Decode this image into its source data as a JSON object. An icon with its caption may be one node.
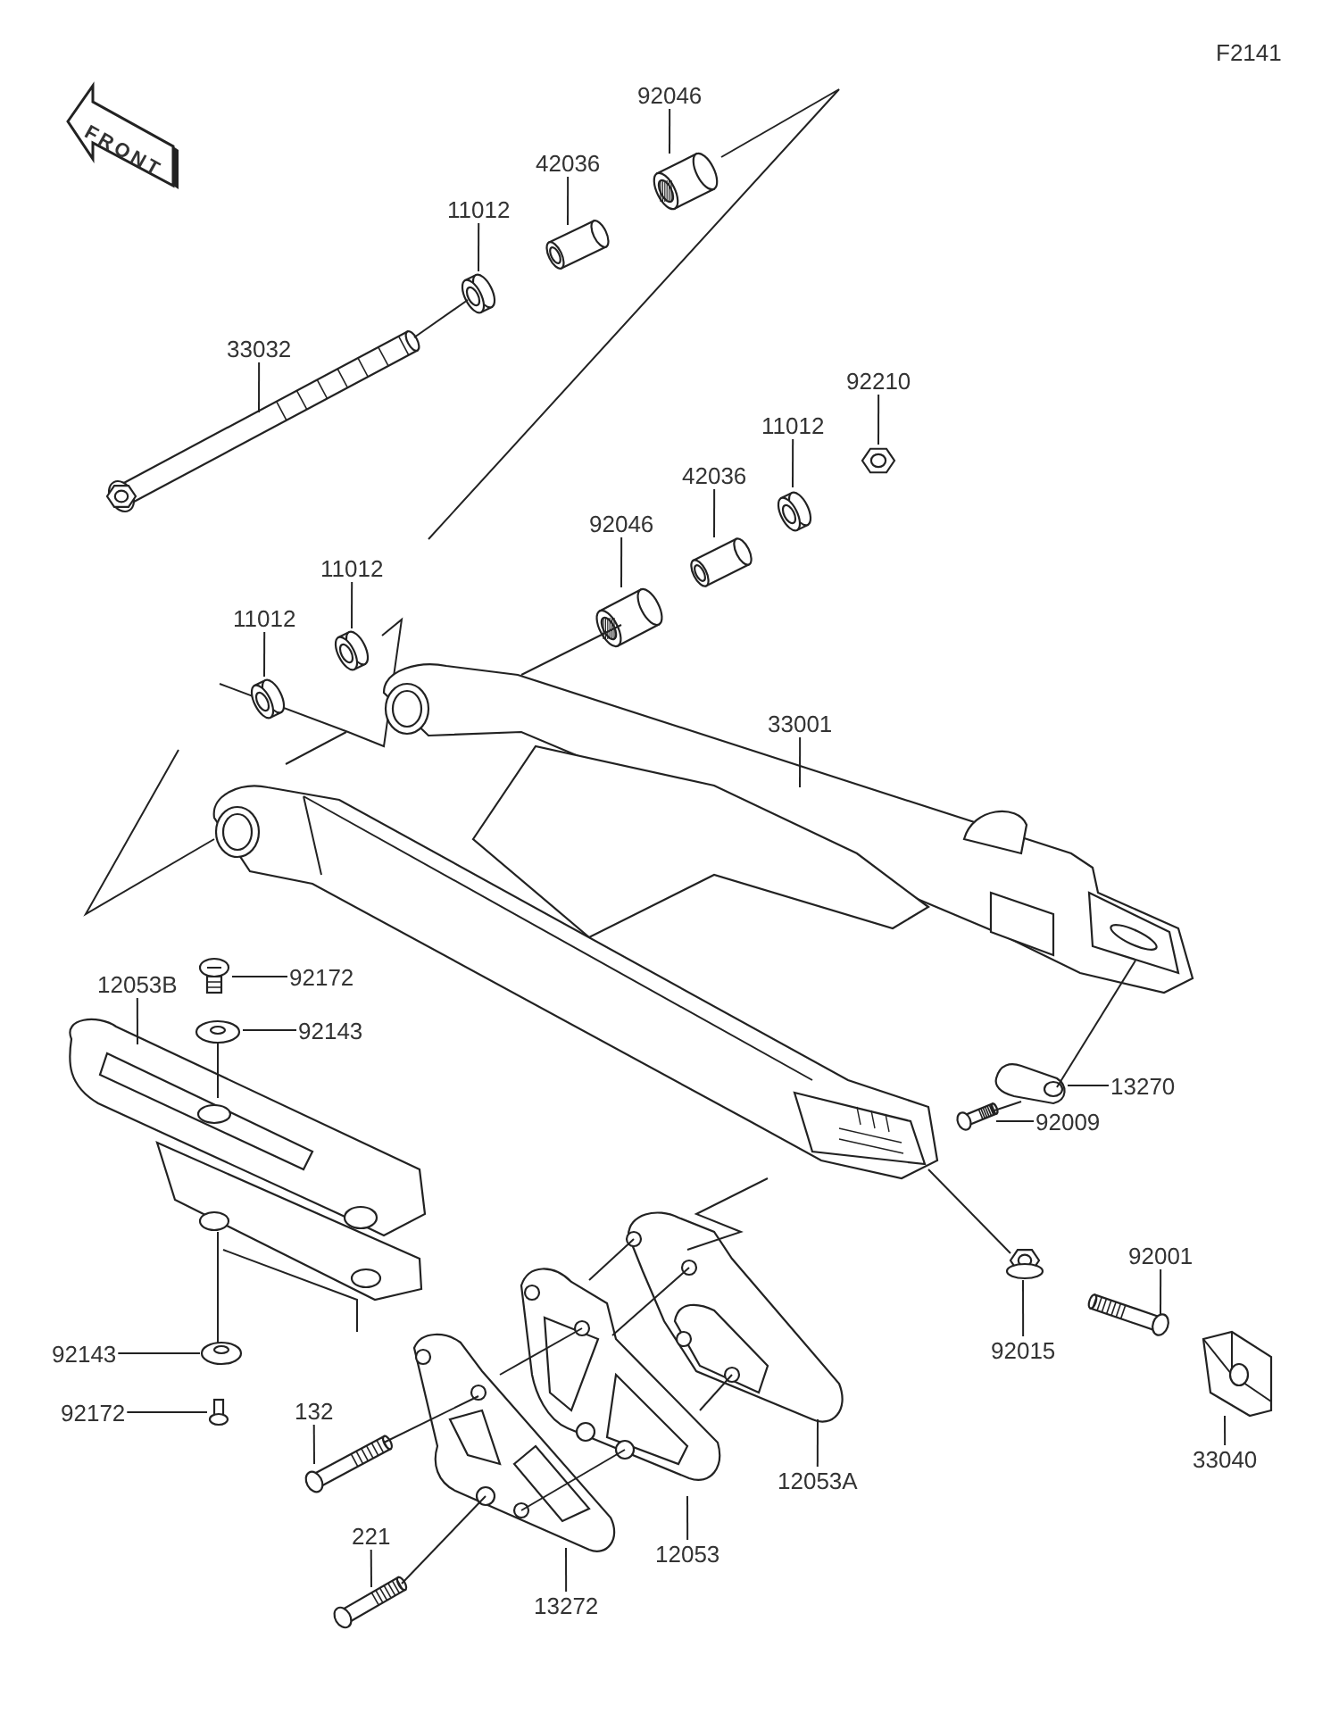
{
  "diagram": {
    "nodes": [
      {
        "text": [
          "92046"
        ]
      },
      {
        "text": [],
        "shape": "picture"
      },
      {
        "text": [
          "42036"
        ]
      },
      {
        "text": [],
        "shape": "picture"
      },
      {
        "text": [
          "11012"
        ]
      },
      {
        "text": [],
        "shape": "picture"
      },
      {
        "text": [
          "33032"
        ]
      },
      {
        "text": [],
        "shape": "picture"
      },
      {
        "text": [
          "92210"
        ]
      },
      {
        "text": [],
        "shape": "picture"
      },
      {
        "text": [
          "11012"
        ]
      },
      {
        "text": [],
        "shape": "picture"
      },
      {
        "text": [
          "42036"
        ]
      },
      {
        "text": [],
        "shape": "picture"
      },
      {
        "text": [
          "92046"
        ]
      },
      {
        "text": [],
        "shape": "picture"
      },
      {
        "text": [
          "11012"
        ]
      },
      {
        "text": [],
        "shape": "picture"
      },
      {
        "text": [
          "11012"
        ]
      },
      {
        "text": [],
        "shape": "picture"
      },
      {
        "text": [
          "33001"
        ]
      },
      {
        "text": [],
        "shape": "picture"
      },
      {
        "text": [
          "92172"
        ]
      },
      {
        "text": [],
        "shape": "picture"
      },
      {
        "text": [
          "92143"
        ]
      },
      {
        "text": [],
        "shape": "picture"
      },
      {
        "text": [
          "12053B"
        ]
      },
      {
        "text": [],
        "shape": "picture"
      },
      {
        "text": [
          "13270"
        ]
      },
      {
        "text": [],
        "shape": "picture"
      },
      {
        "text": [
          "92009"
        ]
      },
      {
        "text": [],
        "shape": "picture"
      },
      {
        "text": [
          "92001"
        ]
      },
      {
        "text": [],
        "shape": "picture"
      },
      {
        "text": [
          "92015"
        ]
      },
      {
        "text": [],
        "shape": "picture"
      },
      {
        "text": [
          "92143"
        ]
      },
      {
        "text": [],
        "shape": "picture"
      },
      {
        "text": [
          "92172"
        ]
      },
      {
        "text": [],
        "shape": "picture"
      },
      {
        "text": [
          "132"
        ]
      },
      {
        "text": [],
        "shape": "picture"
      },
      {
        "text": [
          "33040"
        ]
      },
      {
        "text": [],
        "shape": "picture"
      },
      {
        "text": [
          "12053A"
        ]
      },
      {
        "text": [],
        "shape": "picture"
      },
      {
        "text": [
          "12053"
        ]
      },
      {
        "text": [],
        "shape": "picture"
      },
      {
        "text": [
          "221"
        ]
      },
      {
        "text": [],
        "shape": "picture"
      },
      {
        "text": [
          "13272"
        ]
      },
      {
        "text": [],
        "shape": "picture"
      }
    ],
    "edges": [
      {
        "from": 0,
        "to": 1,
        "arrow": "none"
      },
      {
        "from": 2,
        "to": 3,
        "arrow": "none"
      },
      {
        "from": 4,
        "to": 5,
        "arrow": "none"
      },
      {
        "from": 6,
        "to": 7,
        "arrow": "none"
      },
      {
        "from": 8,
        "to": 9,
        "arrow": "none"
      },
      {
        "from": 10,
        "to": 11,
        "arrow": "none"
      },
      {
        "from": 12,
        "to": 13,
        "arrow": "none"
      },
      {
        "from": 14,
        "to": 15,
        "arrow": "none"
      },
      {
        "from": 16,
        "to": 17,
        "arrow": "none"
      },
      {
        "from": 18,
        "to": 19,
        "arrow": "none"
      },
      {
        "from": 20,
        "to": 21,
        "arrow": "none"
      },
      {
        "from": 22,
        "to": 23,
        "arrow": "none"
      },
      {
        "from": 24,
        "to": 25,
        "arrow": "none"
      },
      {
        "from": 26,
        "to": 27,
        "arrow": "none"
      },
      {
        "from": 28,
        "to": 29,
        "arrow": "none"
      },
      {
        "from": 30,
        "to": 31,
        "arrow": "none"
      },
      {
        "from": 32,
        "to": 33,
        "arrow": "none"
      },
      {
        "from": 34,
        "to": 35,
        "arrow": "none"
      },
      {
        "from": 36,
        "to": 37,
        "arrow": "none"
      },
      {
        "from": 38,
        "to": 39,
        "arrow": "none"
      },
      {
        "from": 40,
        "to": 41,
        "arrow": "none"
      },
      {
        "from": 42,
        "to": 43,
        "arrow": "none"
      },
      {
        "from": 44,
        "to": 45,
        "arrow": "none"
      },
      {
        "from": 46,
        "to": 47,
        "arrow": "none"
      },
      {
        "from": 48,
        "to": 49,
        "arrow": "none"
      },
      {
        "from": 50,
        "to": 51,
        "arrow": "none"
      },
      {
        "from": 7,
        "to": 5,
        "arrow": "none"
      },
      {
        "from": 15,
        "to": 21,
        "arrow": "none"
      },
      {
        "from": 25,
        "to": 27,
        "arrow": "none"
      },
      {
        "from": 27,
        "to": 37,
        "arrow": "none"
      },
      {
        "from": 31,
        "to": 29,
        "arrow": "none"
      },
      {
        "from": 29,
        "to": 21,
        "arrow": "none"
      },
      {
        "from": 21,
        "to": 35,
        "arrow": "none"
      },
      {
        "from": 45,
        "to": 47,
        "arrow": "none"
      },
      {
        "from": 45,
        "to": 47,
        "arrow": "none"
      },
      {
        "from": 45,
        "to": 47,
        "arrow": "none"
      },
      {
        "from": 47,
        "to": 51,
        "arrow": "none"
      },
      {
        "from": 47,
        "to": 51,
        "arrow": "none"
      },
      {
        "from": 41,
        "to": 51,
        "arrow": "none"
      },
      {
        "from": 49,
        "to": 51,
        "arrow": "none"
      },
      {
        "from": 21,
        "to": 45,
        "arrow": "none"
      }
    ],
    "labels": [
      "F2141",
      "FRONT"
    ]
  }
}
